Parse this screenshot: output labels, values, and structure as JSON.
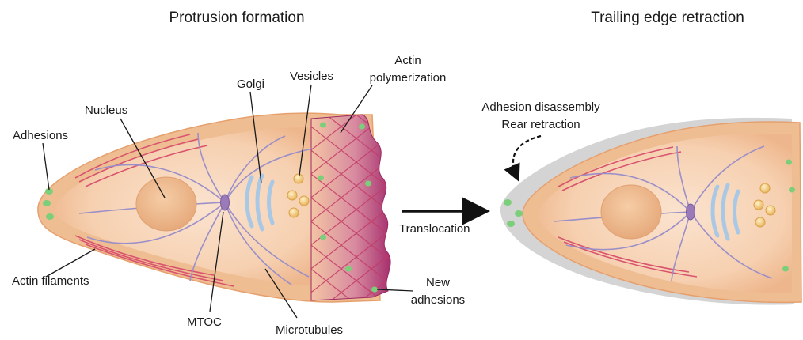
{
  "titles": {
    "left": "Protrusion formation",
    "right": "Trailing edge retraction"
  },
  "labels": {
    "adhesions": "Adhesions",
    "nucleus": "Nucleus",
    "golgi": "Golgi",
    "vesicles": "Vesicles",
    "actin_polymerization_line1": "Actin",
    "actin_polymerization_line2": "polymerization",
    "actin_filaments": "Actin filaments",
    "mtoc": "MTOC",
    "microtubules": "Microtubules",
    "new_adhesions_line1": "New",
    "new_adhesions_line2": "adhesions",
    "translocation": "Translocation",
    "adhesion_disassembly": "Adhesion disassembly",
    "rear_retraction": "Rear retraction"
  },
  "colors": {
    "cell_fill": "#f2c29a",
    "cell_edge": "#e8a06e",
    "inner_light": "#fbe3cf",
    "nucleus": "#eeb98e",
    "lamellipodium": "#b8407a",
    "actin_mesh": "#c9406a",
    "actin_filament": "#d9536f",
    "microtubule": "#9a8fc8",
    "golgi": "#a8c8e6",
    "vesicle": "#f2c878",
    "adhesion": "#7ccf7a",
    "shadow": "#d4d4d4",
    "mtoc": "#9a7ab8"
  },
  "icons": [
    "translocation-arrow-icon",
    "dashed-curved-arrow-icon"
  ]
}
